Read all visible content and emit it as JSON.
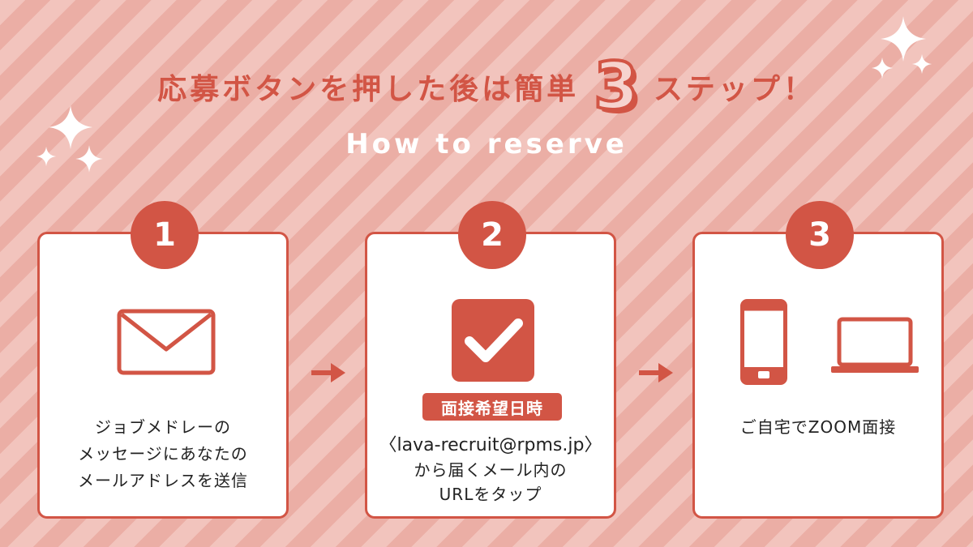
{
  "header": {
    "title_before": "応募ボタンを押した後は簡単",
    "title_number": "3",
    "title_after": "ステップ！",
    "subtitle": "How to reserve"
  },
  "steps": [
    {
      "number": "1",
      "icon": "envelope-icon",
      "lines": [
        "ジョブメドレーの",
        "メッセージにあなたの",
        "メールアドレスを送信"
      ]
    },
    {
      "number": "2",
      "icon": "checkbox-icon",
      "badge": "面接希望日時",
      "email": "〈lava-recruit@rpms.jp〉",
      "lines": [
        "から届くメール内の",
        "URLをタップ"
      ]
    },
    {
      "number": "3",
      "icons": [
        "smartphone-icon",
        "laptop-icon"
      ],
      "lines": [
        "ご自宅でZOOM面接"
      ]
    }
  ],
  "colors": {
    "accent": "#d25545",
    "card_bg": "#ffffff",
    "stripe_light": "#f2c4bd",
    "stripe_dark": "#ebaea5"
  }
}
